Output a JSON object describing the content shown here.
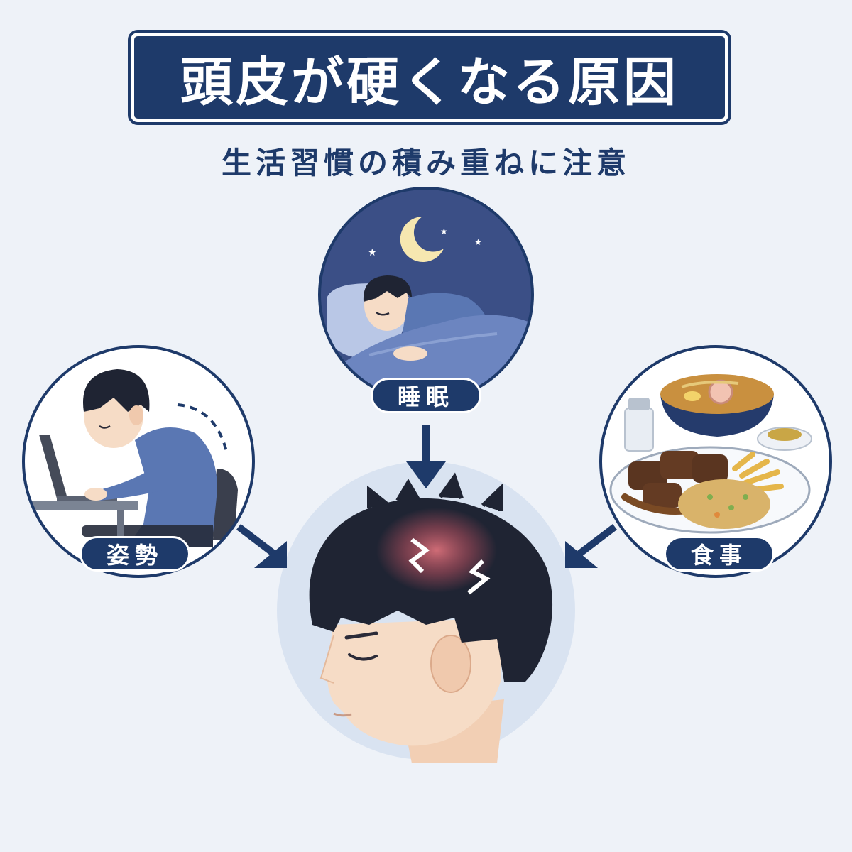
{
  "title": "頭皮が硬くなる原因",
  "subtitle": "生活習慣の積み重ねに注意",
  "causes": {
    "sleep": "睡眠",
    "posture": "姿勢",
    "diet": "食事"
  },
  "colors": {
    "navy": "#1e3a6a",
    "background": "#eef2f8",
    "night_sky": "#3b4f86",
    "shirt_blue": "#5a77b3",
    "skin": "#f6dcc6",
    "hair": "#1f2433",
    "scalp_glow": "#c2606a"
  }
}
